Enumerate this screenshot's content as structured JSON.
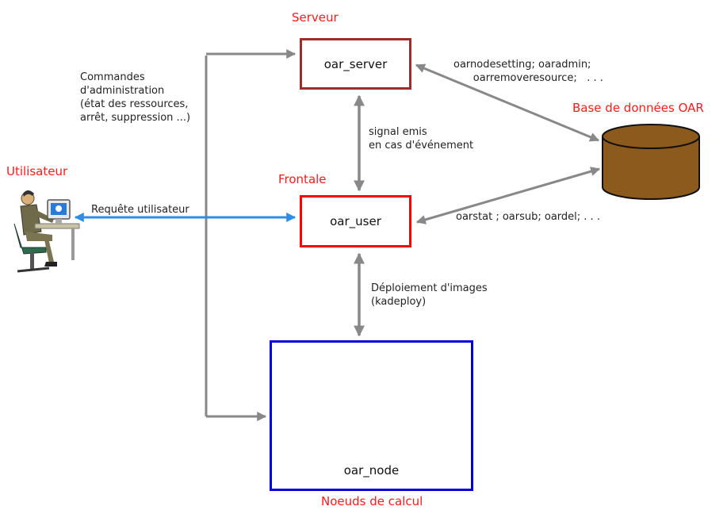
{
  "labels": {
    "serveur": "Serveur",
    "frontale": "Frontale",
    "utilisateur": "Utilisateur",
    "base_donnees": "Base de données OAR",
    "noeuds_calcul": "Noeuds de calcul"
  },
  "nodes": {
    "server": "oar_server",
    "user": "oar_user",
    "node": "oar_node"
  },
  "annotations": {
    "commandes": "Commandes\nd'administration\n(état des ressources,\narrêt, suppression ...)",
    "signal": "signal emis\nen cas d'événement",
    "requete": "Requête utilisateur",
    "deploiement": "Déploiement d'images\n(kadeploy)",
    "db_admin_cmds": "oarnodesetting; oaradmin;\n      oarremoveresource;   . . .",
    "db_user_cmds": "oarstat ; oarsub; oardel; . . ."
  },
  "colors": {
    "label_red": "#ff1a1a",
    "server_border": "#9b2d2d",
    "user_border": "#ff0000",
    "nodes_border": "#0000dd",
    "arrow_gray": "#888888",
    "arrow_blue": "#2f8de4",
    "database_fill": "#8b5a1c"
  },
  "icons": {
    "user": "person-at-computer-icon",
    "database": "database-cylinder-icon",
    "server": "server-tower-icon"
  }
}
